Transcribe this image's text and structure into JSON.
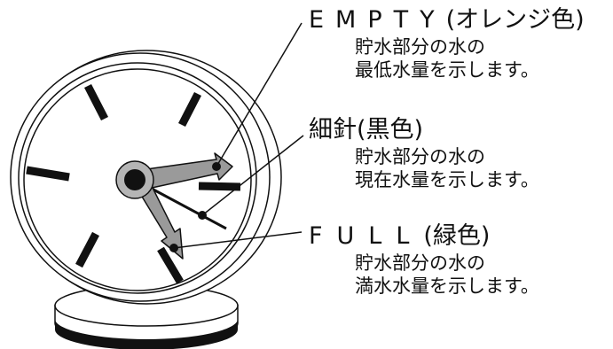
{
  "labels": {
    "empty": {
      "name": "EMPTY",
      "paren": "(オレンジ色)",
      "desc_line1": "貯水部分の水の",
      "desc_line2": "最低水量を示します。"
    },
    "thin_needle": {
      "name": "細針",
      "paren": "(黒色)",
      "desc_line1": "貯水部分の水の",
      "desc_line2": "現在水量を示します。"
    },
    "full": {
      "name": "FULL",
      "paren": "(緑色)",
      "desc_line1": "貯水部分の水の",
      "desc_line2": "満水水量を示します。"
    }
  },
  "colors": {
    "line": "#111111",
    "pointer_fill": "#9a9a9a",
    "hub": "#b5b5b5",
    "background": "#ffffff"
  },
  "icons": [
    "gauge-illustration"
  ]
}
